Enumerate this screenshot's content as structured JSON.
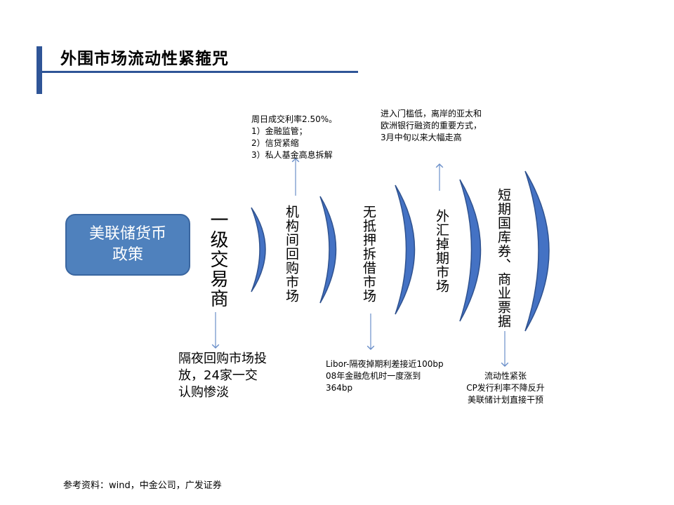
{
  "title": "外围市场流动性紧箍咒",
  "fed_box": "美联储货币政策",
  "stages": [
    "一级交易商",
    "机构间回购市场",
    "无抵押拆借市场",
    "外汇掉期市场",
    "短期国库券、商业票据"
  ],
  "notes": {
    "primary_dealer": "隔夜回购市场投放，24家一交认购惨淡",
    "repo_market": "周日成交利率2.50%。\n1）金融监管；\n2）信贷紧缩\n3）私人基金高息拆解",
    "interbank": "Libor-隔夜掉期利差接近100bp\n08年金融危机时一度涨到364bp",
    "fx_swap": "进入门槛低，离岸的亚太和\n欧洲银行融资的重要方式，\n3月中旬以来大幅走高",
    "tbill_cp": "流动性紧张\nCP发行利率不降反升\n美联储计划直接干预"
  },
  "source": "参考资料：wind，中金公司，广发证券",
  "colors": {
    "accent": "#2f5597",
    "box_fill": "#4f81bd",
    "arc_fill": "#4472c4",
    "arrow": "#6b8fc9"
  }
}
